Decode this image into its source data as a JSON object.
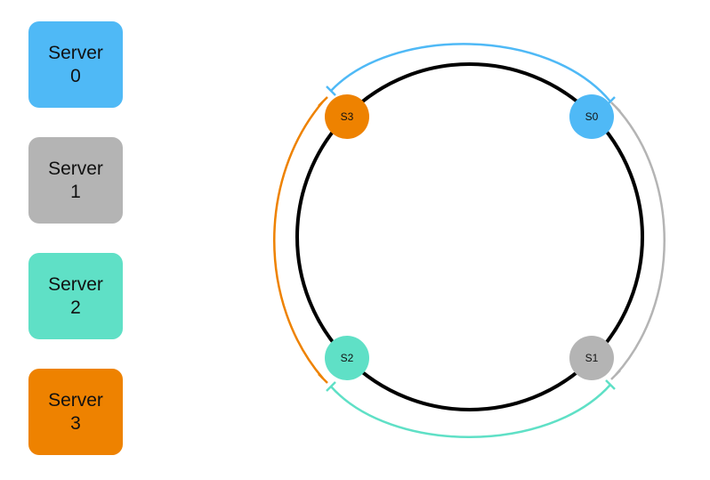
{
  "colors": {
    "server0": "#4fb9f6",
    "server1": "#b4b4b4",
    "server2": "#5fe0c6",
    "server3": "#ee8200",
    "ring": "#000000"
  },
  "servers": [
    {
      "line1": "Server",
      "line2": "0"
    },
    {
      "line1": "Server",
      "line2": "1"
    },
    {
      "line1": "Server",
      "line2": "2"
    },
    {
      "line1": "Server",
      "line2": "3"
    }
  ],
  "ring": {
    "nodes": [
      {
        "label": "S0"
      },
      {
        "label": "S1"
      },
      {
        "label": "S2"
      },
      {
        "label": "S3"
      }
    ]
  }
}
